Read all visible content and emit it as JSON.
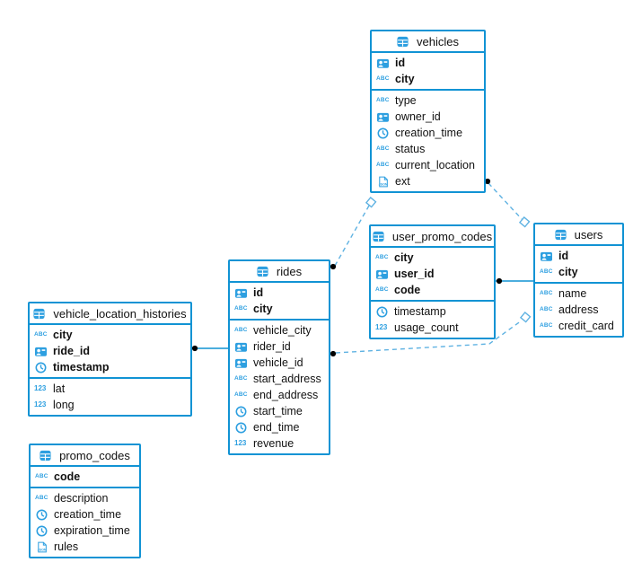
{
  "diagram_colors": {
    "table_border": "#1193d4",
    "icon_blue": "#2d9fe0",
    "relation_line": "#5fb2e2",
    "endpoint_dot": "#000000"
  },
  "icons": {
    "string": "ABC",
    "number": "123",
    "json": "JSON"
  },
  "tables": [
    {
      "name": "vehicles",
      "columns": [
        {
          "name": "id",
          "type": "id",
          "pk": true
        },
        {
          "name": "city",
          "type": "string",
          "pk": true
        },
        {
          "name": "type",
          "type": "string",
          "pk": false
        },
        {
          "name": "owner_id",
          "type": "id",
          "pk": false
        },
        {
          "name": "creation_time",
          "type": "timestamp",
          "pk": false
        },
        {
          "name": "status",
          "type": "string",
          "pk": false
        },
        {
          "name": "current_location",
          "type": "string",
          "pk": false
        },
        {
          "name": "ext",
          "type": "json",
          "pk": false
        }
      ]
    },
    {
      "name": "user_promo_codes",
      "columns": [
        {
          "name": "city",
          "type": "string",
          "pk": true
        },
        {
          "name": "user_id",
          "type": "id",
          "pk": true
        },
        {
          "name": "code",
          "type": "string",
          "pk": true
        },
        {
          "name": "timestamp",
          "type": "timestamp",
          "pk": false
        },
        {
          "name": "usage_count",
          "type": "number",
          "pk": false
        }
      ]
    },
    {
      "name": "users",
      "columns": [
        {
          "name": "id",
          "type": "id",
          "pk": true
        },
        {
          "name": "city",
          "type": "string",
          "pk": true
        },
        {
          "name": "name",
          "type": "string",
          "pk": false
        },
        {
          "name": "address",
          "type": "string",
          "pk": false
        },
        {
          "name": "credit_card",
          "type": "string",
          "pk": false
        }
      ]
    },
    {
      "name": "rides",
      "columns": [
        {
          "name": "id",
          "type": "id",
          "pk": true
        },
        {
          "name": "city",
          "type": "string",
          "pk": true
        },
        {
          "name": "vehicle_city",
          "type": "string",
          "pk": false
        },
        {
          "name": "rider_id",
          "type": "id",
          "pk": false
        },
        {
          "name": "vehicle_id",
          "type": "id",
          "pk": false
        },
        {
          "name": "start_address",
          "type": "string",
          "pk": false
        },
        {
          "name": "end_address",
          "type": "string",
          "pk": false
        },
        {
          "name": "start_time",
          "type": "timestamp",
          "pk": false
        },
        {
          "name": "end_time",
          "type": "timestamp",
          "pk": false
        },
        {
          "name": "revenue",
          "type": "number",
          "pk": false
        }
      ]
    },
    {
      "name": "vehicle_location_histories",
      "columns": [
        {
          "name": "city",
          "type": "string",
          "pk": true
        },
        {
          "name": "ride_id",
          "type": "id",
          "pk": true
        },
        {
          "name": "timestamp",
          "type": "timestamp",
          "pk": true
        },
        {
          "name": "lat",
          "type": "number",
          "pk": false
        },
        {
          "name": "long",
          "type": "number",
          "pk": false
        }
      ]
    },
    {
      "name": "promo_codes",
      "columns": [
        {
          "name": "code",
          "type": "string",
          "pk": true
        },
        {
          "name": "description",
          "type": "string",
          "pk": false
        },
        {
          "name": "creation_time",
          "type": "timestamp",
          "pk": false
        },
        {
          "name": "expiration_time",
          "type": "timestamp",
          "pk": false
        },
        {
          "name": "rules",
          "type": "json",
          "pk": false
        }
      ]
    }
  ],
  "relationships": [
    {
      "from": "rides",
      "to": "vehicles",
      "style": "dashed"
    },
    {
      "from": "vehicles",
      "to": "users",
      "style": "dashed"
    },
    {
      "from": "user_promo_codes",
      "to": "users",
      "style": "solid"
    },
    {
      "from": "rides",
      "to": "users",
      "style": "dashed"
    },
    {
      "from": "vehicle_location_histories",
      "to": "rides",
      "style": "solid"
    }
  ]
}
